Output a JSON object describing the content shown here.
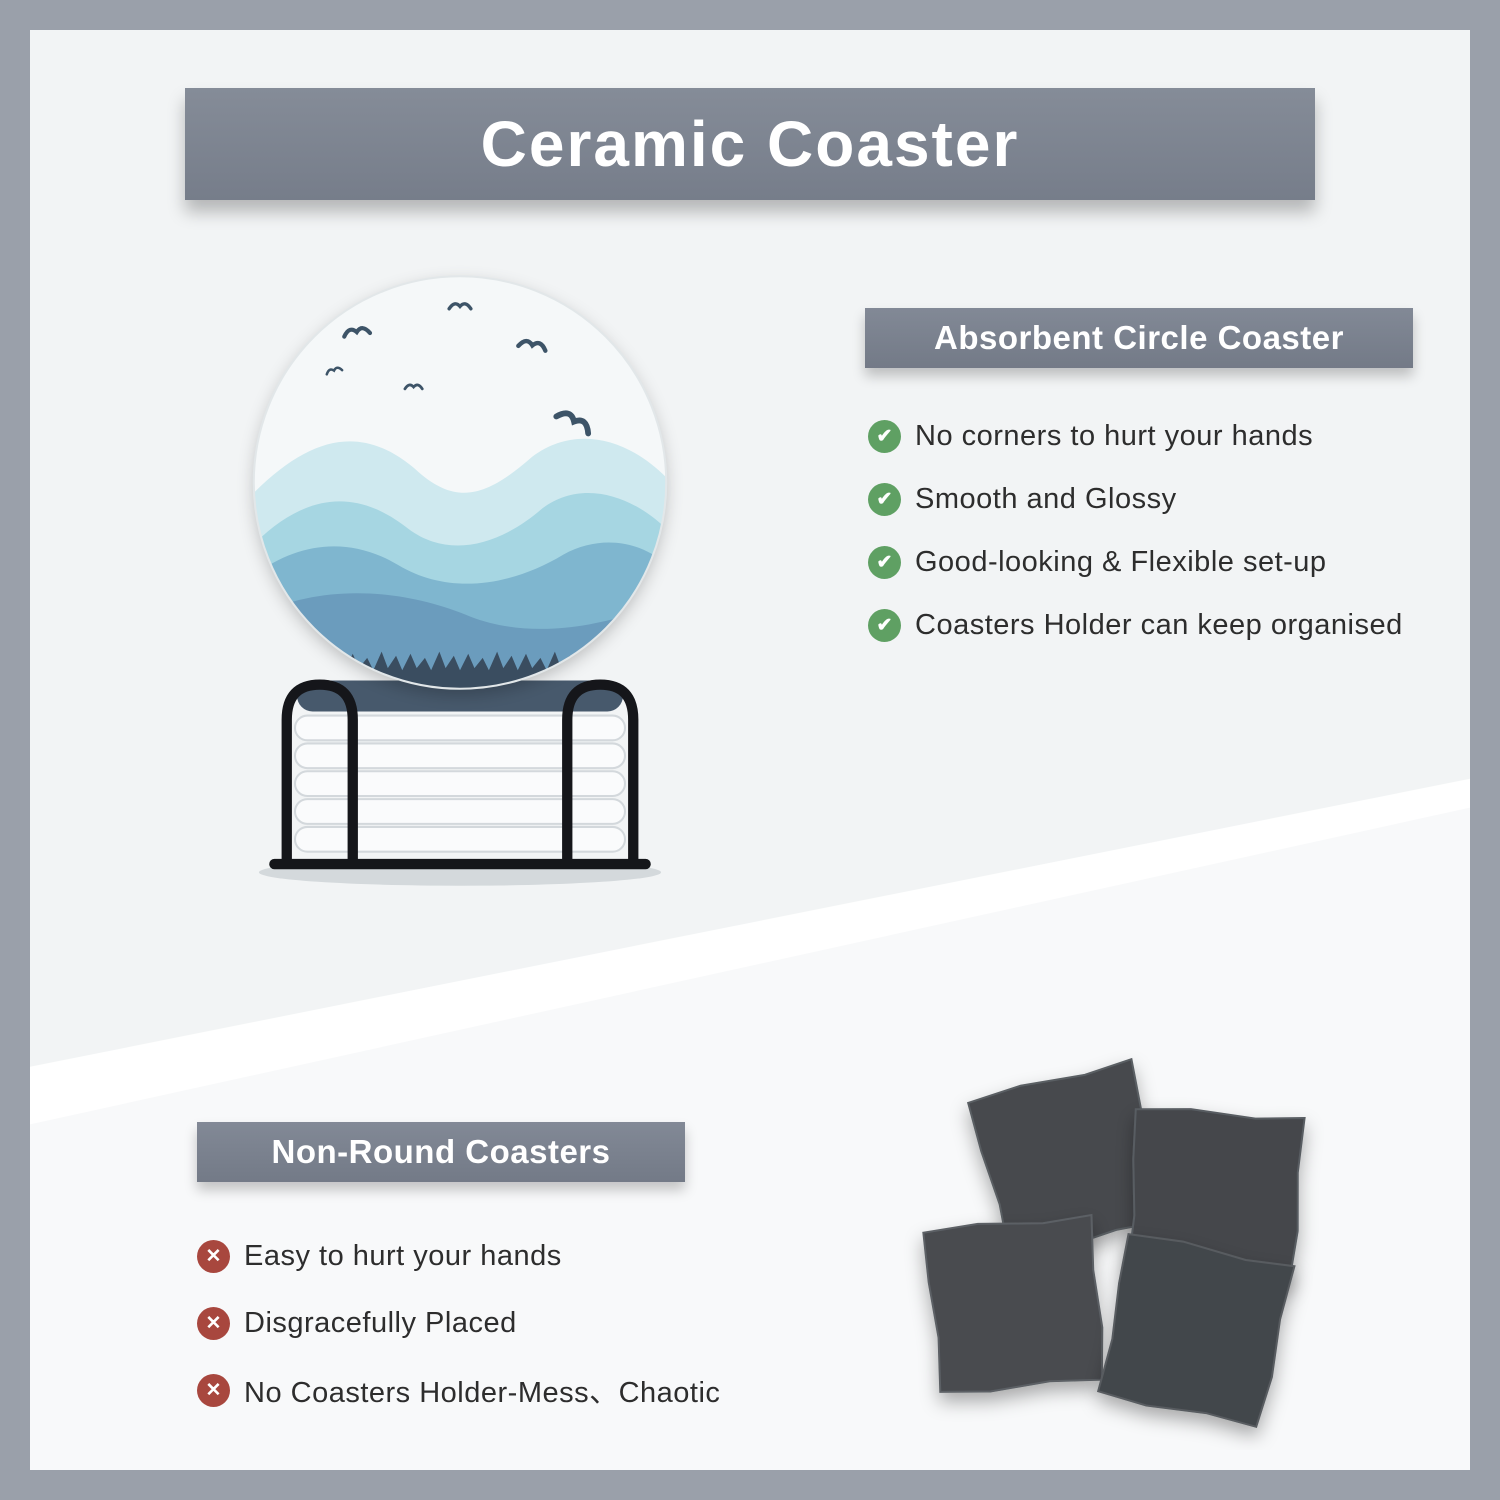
{
  "page": {
    "title": "Ceramic Coaster"
  },
  "pros_section": {
    "heading": "Absorbent Circle Coaster",
    "items": [
      "No corners to hurt your hands",
      "Smooth and Glossy",
      "Good-looking & Flexible set-up",
      "Coasters Holder can keep organised"
    ]
  },
  "cons_section": {
    "heading": "Non-Round Coasters",
    "items": [
      "Easy to hurt your hands",
      "Disgracefully Placed",
      "No Coasters Holder-Mess、Chaotic"
    ]
  },
  "icons": {
    "check_glyph": "✔",
    "cross_glyph": "✕",
    "check_name": "check-icon",
    "cross_name": "cross-icon"
  },
  "colors": {
    "frame_gray": "#9aa0aa",
    "banner_gray": "#7d8491",
    "check_green": "#5fa063",
    "cross_red": "#a8473e",
    "mountain_light": "#cfe9ef",
    "mountain_mid": "#a6d6e2",
    "mountain_deep": "#7fb6cf",
    "forest_dark": "#3a4d60",
    "slate_gray": "#46494e"
  }
}
